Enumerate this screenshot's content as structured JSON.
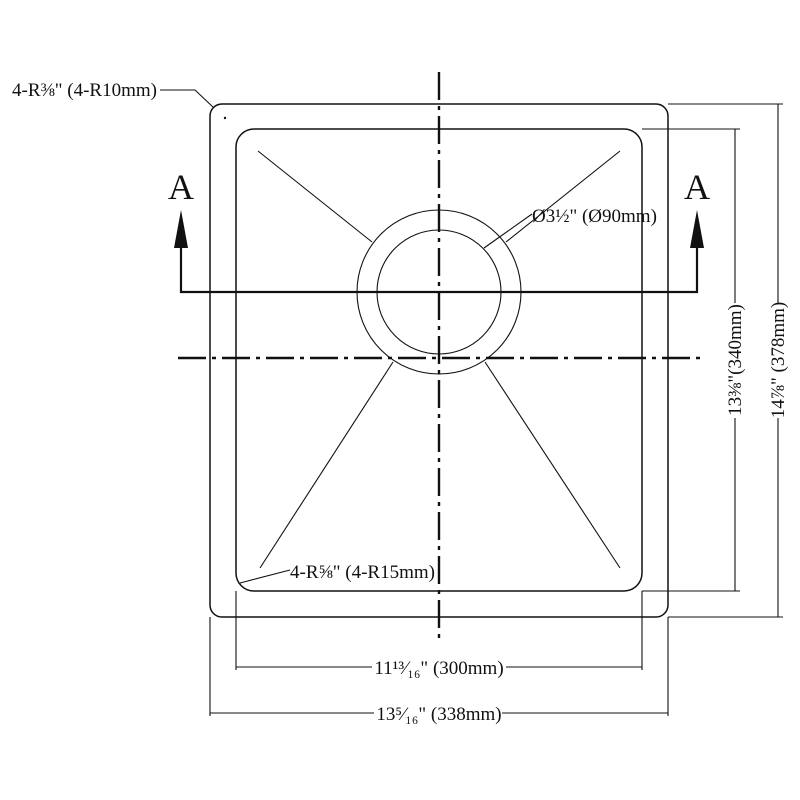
{
  "section_label_left": "A",
  "section_label_right": "A",
  "outer_corner_radius": "4-R⅜\" (4-R10mm)",
  "inner_corner_radius": "4-R⅝\" (4-R15mm)",
  "drain_diameter": "Ø3½\" (Ø90mm)",
  "inner_depth_dim": "13⅜\"(340mm)",
  "outer_depth_dim": "14⅞\" (378mm)",
  "inner_width_dim": "11¹³⁄₁₆\" (300mm)",
  "outer_width_dim": "13⁵⁄₁₆\" (338mm)"
}
